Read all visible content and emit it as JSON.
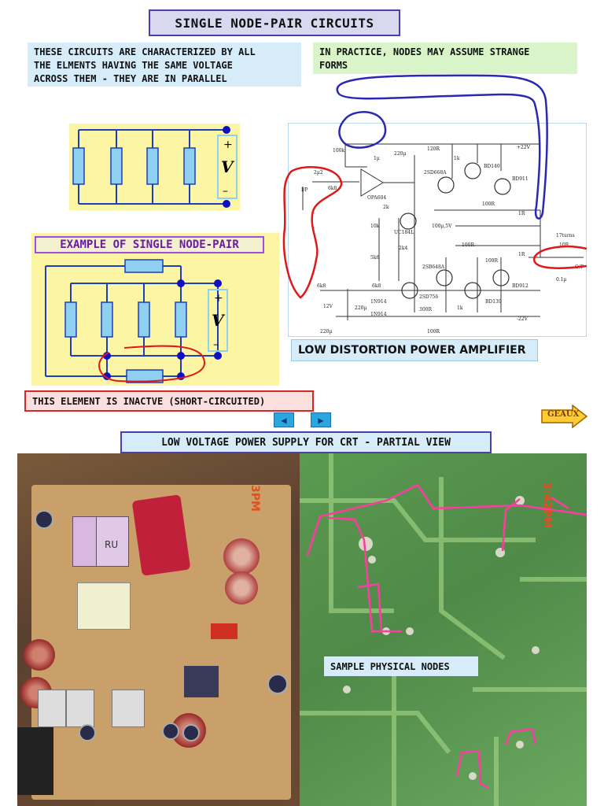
{
  "title": "SINGLE NODE-PAIR CIRCUITS",
  "note_parallel": {
    "line1": "THESE CIRCUITS ARE CHARACTERIZED BY ALL",
    "line2": "THE ELMENTS HAVING THE SAME VOLTAGE",
    "line3": "ACROSS THEM - THEY ARE IN PARALLEL"
  },
  "note_nodes": {
    "line1": "IN PRACTICE, NODES MAY ASSUME STRANGE",
    "line2": "FORMS"
  },
  "circuit1": {
    "plus": "+",
    "v": "V",
    "minus": "–"
  },
  "example": {
    "title": "EXAMPLE OF SINGLE NODE-PAIR",
    "plus": "+",
    "v": "V",
    "minus": "–"
  },
  "amplifier_label": "LOW DISTORTION POWER AMPLIFIER",
  "amp_parts": {
    "r100k": "100k",
    "c220u": "220µ",
    "r120r": "120R",
    "v22": "+22V",
    "c1u": "1µ",
    "r1k": "1k",
    "q1": "2SD668A",
    "q2": "BD140",
    "q3": "BD911",
    "c2u2": "2µ2",
    "r6k8": "6k8",
    "ic": "OPA604",
    "in": "I/P",
    "r2k": "2k",
    "r100r_a": "100R",
    "r1r_a": "1R",
    "r10k": "10k",
    "ic2": "UC184L",
    "c100u": "100µ,5V",
    "r2k4": "2k4",
    "r100r_b": "100R",
    "r5k6": "5k6",
    "q4": "2SB648A",
    "r100r_c": "100R",
    "r1r_b": "1R",
    "l17": "17turns",
    "r10r": "10R",
    "c01": "0.1µ",
    "out": "O/P",
    "r6k8b": "6k8",
    "r6k8c": "6k8",
    "z12": "12V",
    "c220b": "220µ",
    "d1": "1N914",
    "d2": "1N914",
    "q5": "2SD756",
    "r300r": "300R",
    "r1k_b": "1k",
    "q6": "BD139",
    "q7": "BD912",
    "v22n": "-22V",
    "c220c": "220µ",
    "r100r_d": "100R"
  },
  "inactive_label": "THIS ELEMENT IS INACTVE (SHORT-CIRCUITED)",
  "nav": {
    "prev": "◀",
    "next": "▶",
    "geaux": "GEAUX"
  },
  "power_supply_label": "LOW VOLTAGE POWER SUPPLY FOR CRT - PARTIAL VIEW",
  "photo_stamps": {
    "left": "3PM",
    "right": "3:42PM"
  },
  "board_marks": {
    "ru": "RU"
  },
  "physical_nodes_label": "SAMPLE PHYSICAL NODES",
  "colors": {
    "wire": "#1d3fbf",
    "resistor_fill": "#8fd0f0",
    "node": "#1010c0",
    "highlight_red": "#e01818",
    "highlight_blue": "#2a2ab0",
    "trace_pink": "#ff3aa0"
  }
}
